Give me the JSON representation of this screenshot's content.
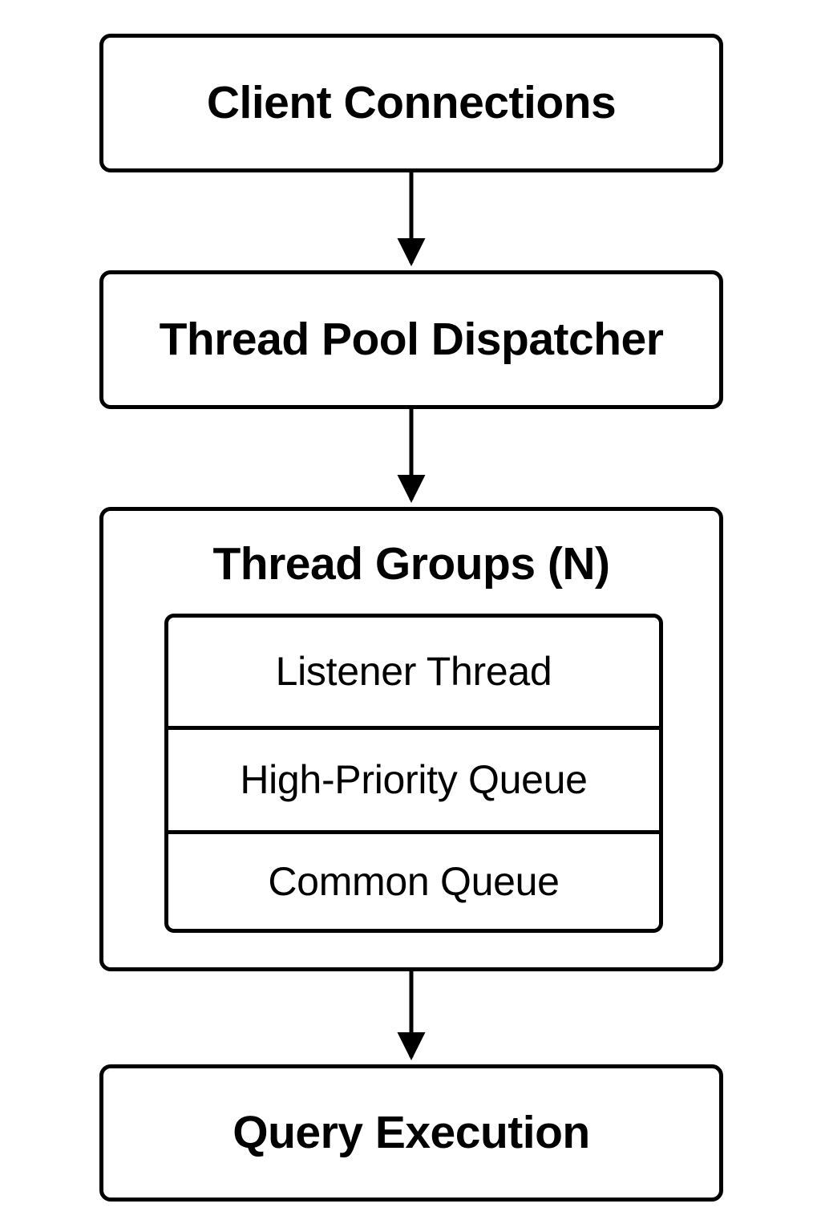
{
  "diagram": {
    "type": "flowchart",
    "orientation": "top-to-bottom",
    "background_color": "#ffffff",
    "stroke_color": "#000000",
    "text_color": "#000000",
    "nodes": [
      {
        "id": "client",
        "label": "Client Connections"
      },
      {
        "id": "dispatcher",
        "label": "Thread Pool Dispatcher"
      },
      {
        "id": "threadgroups",
        "label": "Thread Groups (N)"
      },
      {
        "id": "query",
        "label": "Query Execution"
      }
    ],
    "thread_group_rows": [
      {
        "id": "listener",
        "label": "Listener Thread"
      },
      {
        "id": "high-priority",
        "label": "High-Priority Queue"
      },
      {
        "id": "common",
        "label": "Common Queue"
      }
    ],
    "edges": [
      {
        "from": "client",
        "to": "dispatcher",
        "arrow": "down-arrow"
      },
      {
        "from": "dispatcher",
        "to": "threadgroups",
        "arrow": "down-arrow"
      },
      {
        "from": "threadgroups",
        "to": "query",
        "arrow": "down-arrow"
      }
    ]
  }
}
